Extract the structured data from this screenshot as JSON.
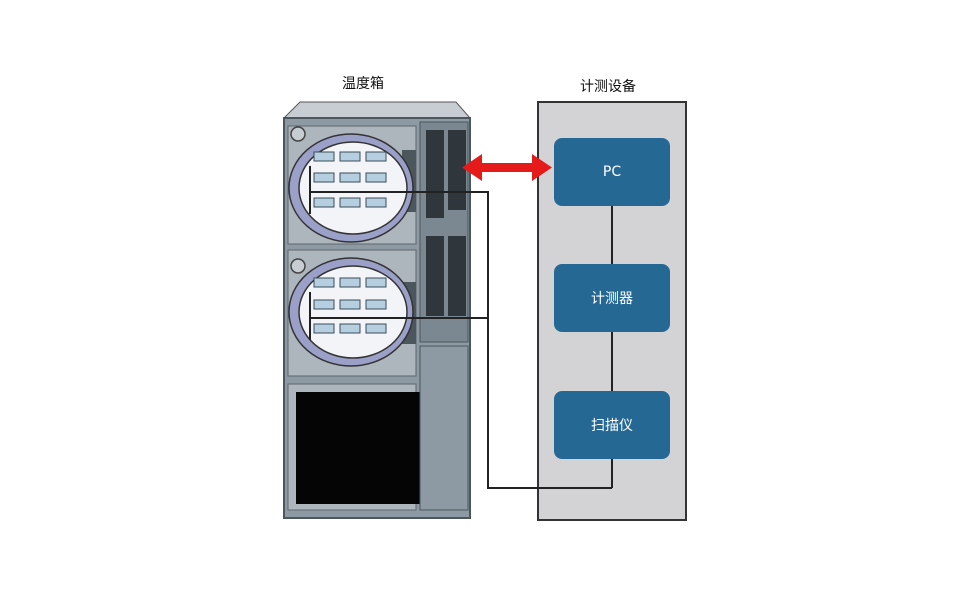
{
  "labels": {
    "chamber": "温度箱",
    "equipment": "计测设备"
  },
  "nodes": {
    "pc": "PC",
    "meter": "计测器",
    "scanner": "扫描仪"
  },
  "colors": {
    "node_fill": "#256894",
    "panel_fill": "#d3d3d5",
    "panel_border": "#333333",
    "arrow": "#e51b1b",
    "cable": "#222222",
    "chamber_body": "#8d9aa3",
    "chamber_dark": "#4c565d",
    "chamber_light": "#c7cdd3",
    "window_fill": "#f2f4f7",
    "window_ring": "#9aa0c8",
    "sample_fill": "#b6cfe0"
  }
}
